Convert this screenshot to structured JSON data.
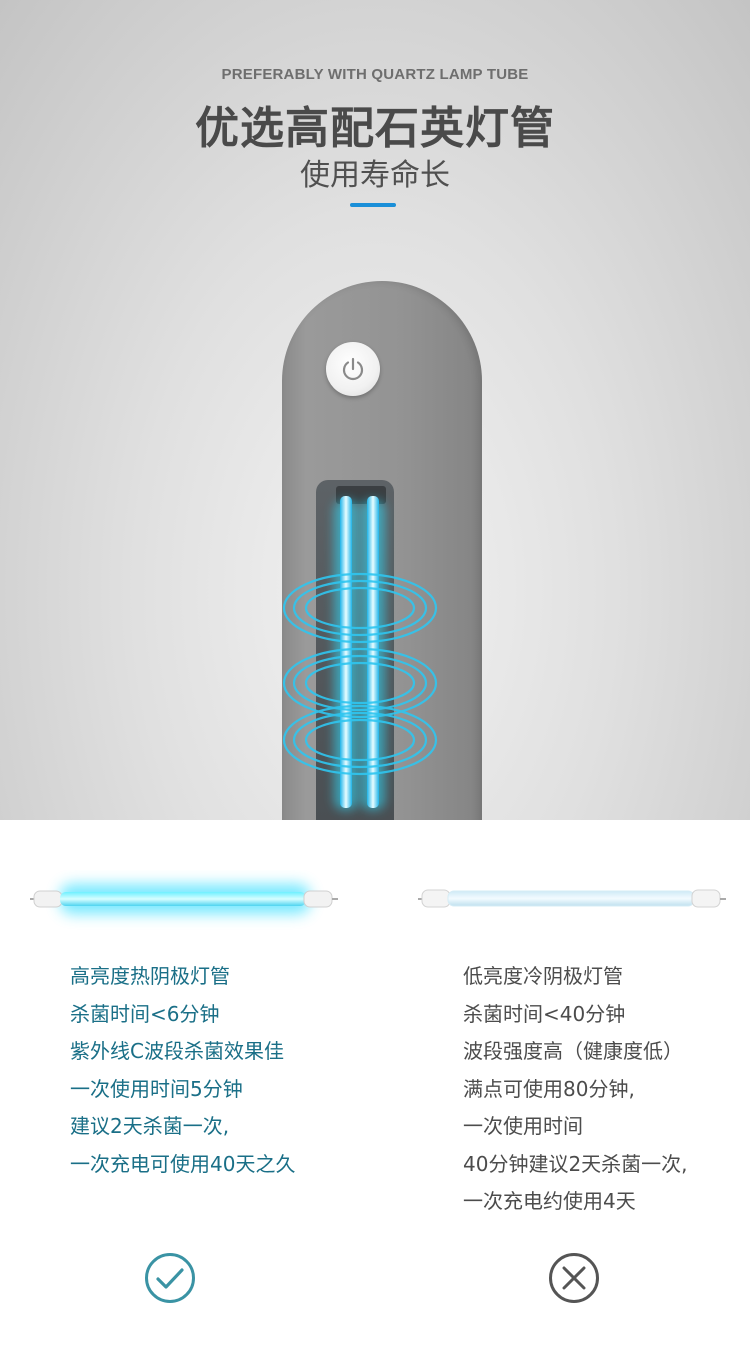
{
  "header": {
    "subtitle_en": "PREFERABLY WITH QUARTZ LAMP TUBE",
    "title_cn": "优选高配石英灯管",
    "tagline": "使用寿命长"
  },
  "colors": {
    "accent": "#1a8fd8",
    "uv_glow": "#2fe0ff",
    "good_text": "#1a6f87",
    "bad_text": "#4c4c4c",
    "check_icon": "#3a93a4",
    "cross_icon": "#555555"
  },
  "comparison": {
    "left": {
      "icon": "check-circle-icon",
      "lines": [
        "高亮度热阴极灯管",
        "杀菌时间<6分钟",
        "紫外线C波段杀菌效果佳",
        "一次使用时间5分钟",
        "建议2天杀菌一次,",
        "一次充电可使用40天之久"
      ]
    },
    "right": {
      "icon": "cross-circle-icon",
      "lines": [
        "低亮度冷阴极灯管",
        "杀菌时间<40分钟",
        "波段强度高（健康度低）",
        "满点可使用80分钟,",
        "一次使用时间",
        "40分钟建议2天杀菌一次,",
        "一次充电约使用4天"
      ]
    }
  }
}
